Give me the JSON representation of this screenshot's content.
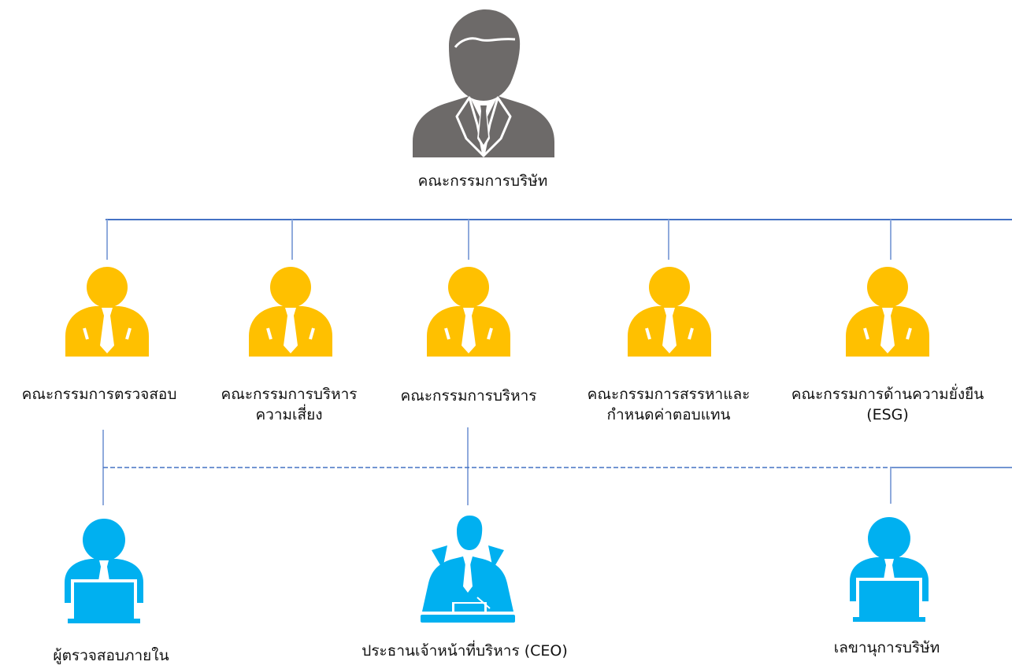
{
  "board": {
    "label": "คณะกรรมการบริษัท"
  },
  "committees": [
    {
      "line1": "คณะกรรมการตรวจสอบ",
      "line2": ""
    },
    {
      "line1": "คณะกรรมการบริหาร",
      "line2": "ความเสี่ยง"
    },
    {
      "line1": "คณะกรรมการบริหาร",
      "line2": ""
    },
    {
      "line1": "คณะกรรมการสรรหาและ",
      "line2": "กำหนดค่าตอบแทน"
    },
    {
      "line1": "คณะกรรมการด้านความยั่งยืน",
      "line2": "(ESG)"
    }
  ],
  "staff": [
    {
      "label": "ผู้ตรวจสอบภายใน",
      "icon": "person-laptop-icon"
    },
    {
      "label": "ประธานเจ้าหน้าที่บริหาร (CEO)",
      "icon": "executive-desk-icon"
    },
    {
      "label": "เลขานุการบริษัท",
      "icon": "person-laptop-icon"
    }
  ],
  "colors": {
    "board_icon": "#6d6a69",
    "committee_icon": "#ffc000",
    "staff_icon": "#00b0f0",
    "connector": "#4472c4",
    "vertical_connector": "#8faadc"
  }
}
